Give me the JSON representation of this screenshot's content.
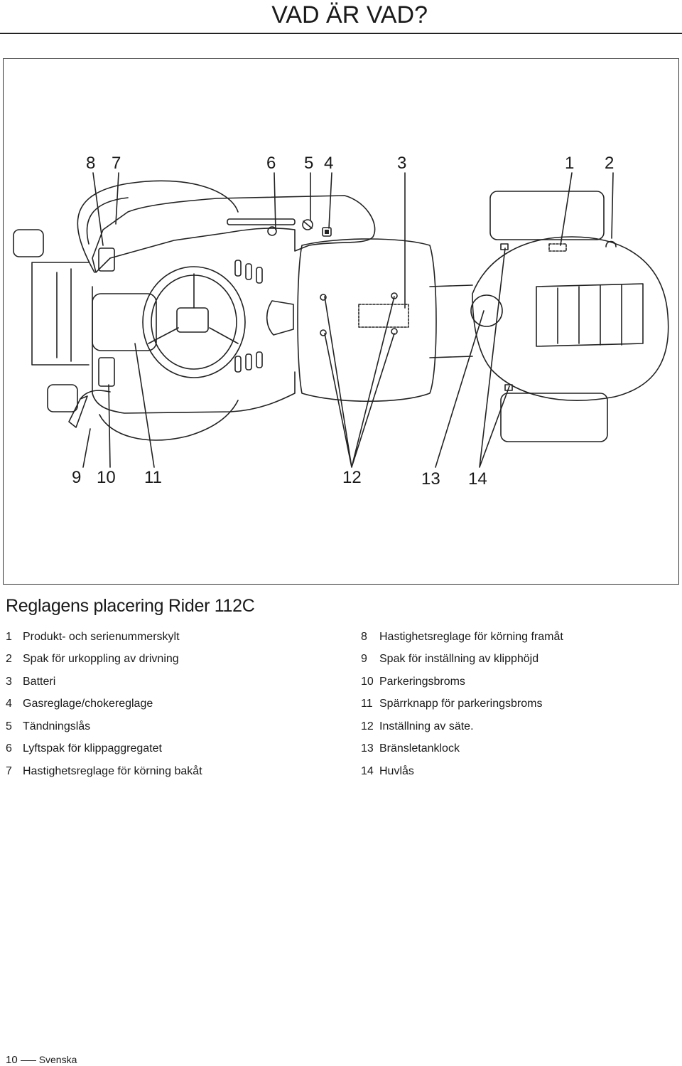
{
  "header": {
    "title": "VAD ÄR VAD?"
  },
  "figure": {
    "callouts_top": [
      "8",
      "7",
      "6",
      "5",
      "4",
      "3",
      "1",
      "2"
    ],
    "callouts_bottom": [
      "9",
      "10",
      "11",
      "12",
      "13",
      "14"
    ]
  },
  "section": {
    "title": "Reglagens placering Rider 112C"
  },
  "legend": {
    "left": [
      {
        "num": "1",
        "label": "Produkt- och serienummerskylt"
      },
      {
        "num": "2",
        "label": "Spak för urkoppling av drivning"
      },
      {
        "num": "3",
        "label": "Batteri"
      },
      {
        "num": "4",
        "label": "Gasreglage/chokereglage"
      },
      {
        "num": "5",
        "label": "Tändningslås"
      },
      {
        "num": "6",
        "label": "Lyftspak för klippaggregatet"
      },
      {
        "num": "7",
        "label": "Hastighetsreglage för körning bakåt"
      }
    ],
    "right": [
      {
        "num": "8",
        "label": "Hastighetsreglage för körning framåt"
      },
      {
        "num": "9",
        "label": "Spak för inställning av klipphöjd"
      },
      {
        "num": "10",
        "label": "Parkeringsbroms"
      },
      {
        "num": "11",
        "label": "Spärrknapp för parkeringsbroms"
      },
      {
        "num": "12",
        "label": "Inställning av säte."
      },
      {
        "num": "13",
        "label": "Bränsletanklock"
      },
      {
        "num": "14",
        "label": "Huvlås"
      }
    ]
  },
  "footer": {
    "page_number": "10",
    "language": "Svenska"
  }
}
